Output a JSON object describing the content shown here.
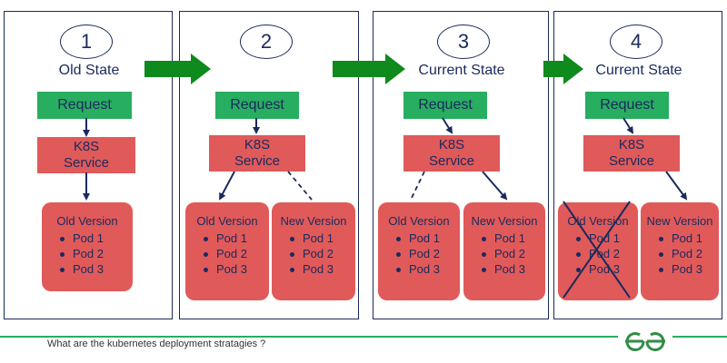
{
  "steps": [
    {
      "number": "1",
      "state": "Old State"
    },
    {
      "number": "2",
      "state": ""
    },
    {
      "number": "3",
      "state": "Current State"
    },
    {
      "number": "4",
      "state": "Current State"
    }
  ],
  "labels": {
    "request": "Request",
    "service_line1": "K8S",
    "service_line2": "Service",
    "old_version": "Old Version",
    "new_version": "New Version",
    "pods": [
      "Pod 1",
      "Pod 2",
      "Pod 3"
    ]
  },
  "footer": {
    "text": "What are the kubernetes deployment stratagies ?",
    "brand": "GeeksforGeeks logo"
  },
  "colors": {
    "request": "#27ae60",
    "service": "#e05a5a",
    "pod": "#e05a5a",
    "border": "#1b2a5c",
    "arrow": "#0f8a1c"
  }
}
